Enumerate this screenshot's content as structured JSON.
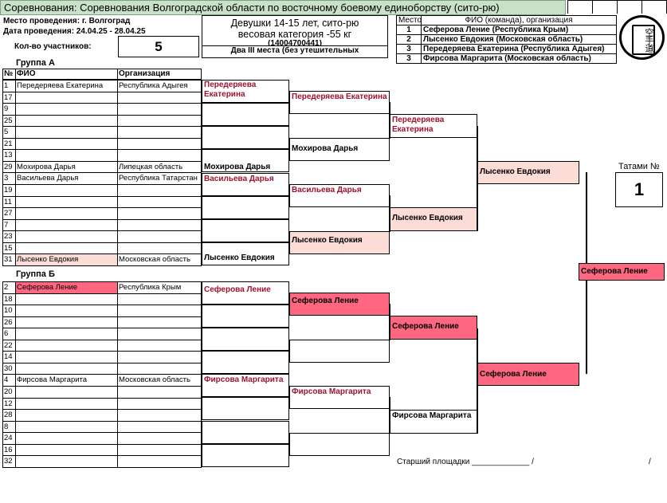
{
  "header": {
    "competition": "Соревнования: Соревнования Волгоградской области по восточному боевому единоборству (сито-рю)",
    "venue": "Место проведения: г. Волгоград",
    "dates": "Дата проведения: 24.04.25 - 28.04.25",
    "participants_label": "Кол-во участников:",
    "participants_count": "5",
    "category_line1": "Девушки 14-15 лет, сито-рю",
    "category_line2": "весовая категория -55 кг",
    "category_code": "(14004700441)",
    "third_places_note": "Два III места (без утешительных"
  },
  "results": {
    "place_header": "Место",
    "name_header": "ФИО (команда), организация",
    "rows": [
      {
        "place": "1",
        "name": "Сеферова Ление  (Республика Крым)"
      },
      {
        "place": "2",
        "name": "Лысенко Евдокия  (Московская область)"
      },
      {
        "place": "3",
        "name": "Передеряева Екатерина  (Республика Адыгея)"
      },
      {
        "place": "3",
        "name": "Фирсова Маргарита  (Московская область)"
      }
    ]
  },
  "logo": {
    "glyphs": "空手道"
  },
  "group_a": {
    "title": "Группа А",
    "col_num": "№",
    "col_name": "ФИО",
    "col_org": "Организация",
    "seeds": [
      {
        "n": "1",
        "name": "Передеряева Екатерина",
        "org": "Республика Адыгея"
      },
      {
        "n": "17",
        "name": "",
        "org": ""
      },
      {
        "n": "9",
        "name": "",
        "org": ""
      },
      {
        "n": "25",
        "name": "",
        "org": ""
      },
      {
        "n": "5",
        "name": "",
        "org": ""
      },
      {
        "n": "21",
        "name": "",
        "org": ""
      },
      {
        "n": "13",
        "name": "",
        "org": ""
      },
      {
        "n": "29",
        "name": "Мохирова Дарья",
        "org": "Липецкая область"
      },
      {
        "n": "3",
        "name": "Васильева Дарья",
        "org": "Республика Татарстан"
      },
      {
        "n": "19",
        "name": "",
        "org": ""
      },
      {
        "n": "11",
        "name": "",
        "org": ""
      },
      {
        "n": "27",
        "name": "",
        "org": ""
      },
      {
        "n": "7",
        "name": "",
        "org": ""
      },
      {
        "n": "23",
        "name": "",
        "org": ""
      },
      {
        "n": "15",
        "name": "",
        "org": ""
      },
      {
        "n": "31",
        "name": "Лысенко Евдокия",
        "org": "Московская область"
      }
    ]
  },
  "group_b": {
    "title": "Группа Б",
    "seeds": [
      {
        "n": "2",
        "name": "Сеферова Ление",
        "org": "Республика Крым"
      },
      {
        "n": "18",
        "name": "",
        "org": ""
      },
      {
        "n": "10",
        "name": "",
        "org": ""
      },
      {
        "n": "26",
        "name": "",
        "org": ""
      },
      {
        "n": "6",
        "name": "",
        "org": ""
      },
      {
        "n": "22",
        "name": "",
        "org": ""
      },
      {
        "n": "14",
        "name": "",
        "org": ""
      },
      {
        "n": "30",
        "name": "",
        "org": ""
      },
      {
        "n": "4",
        "name": "Фирсова Маргарита",
        "org": "Московская область"
      },
      {
        "n": "20",
        "name": "",
        "org": ""
      },
      {
        "n": "12",
        "name": "",
        "org": ""
      },
      {
        "n": "28",
        "name": "",
        "org": ""
      },
      {
        "n": "8",
        "name": "",
        "org": ""
      },
      {
        "n": "24",
        "name": "",
        "org": ""
      },
      {
        "n": "16",
        "name": "",
        "org": ""
      },
      {
        "n": "32",
        "name": "",
        "org": ""
      }
    ]
  },
  "bracket": {
    "r1_a": [
      "Передеряева Екатерина",
      "",
      "",
      "Мохирова Дарья",
      "Васильева Дарья",
      "",
      "",
      "Лысенко Евдокия"
    ],
    "r1_b": [
      "Сеферова Ление",
      "",
      "",
      "",
      "Фирсова Маргарита",
      "",
      "",
      ""
    ],
    "r2_a": [
      "Передеряева Екатерина",
      "Мохирова Дарья",
      "Васильева Дарья",
      "Лысенко Евдокия"
    ],
    "r2_b": [
      "Сеферова Ление",
      "",
      "Фирсова Маргарита",
      ""
    ],
    "r3_a": [
      "Передеряева Екатерина",
      "Лысенко Евдокия"
    ],
    "r3_b": [
      "Сеферова Ление",
      "Фирсова Маргарита"
    ],
    "r4_a": "Лысенко Евдокия",
    "r4_b": "Сеферова Ление",
    "final": "Сеферова Ление"
  },
  "tatami": {
    "label": "Татами №",
    "number": "1"
  },
  "footer": {
    "senior_label": "Старший площадки _____________  /",
    "slash": "/"
  },
  "colors": {
    "winner": "#ff6680",
    "finalist": "#fcdcd6",
    "title_bar": "#c9e1c9",
    "advance_text": "#a0122a"
  }
}
